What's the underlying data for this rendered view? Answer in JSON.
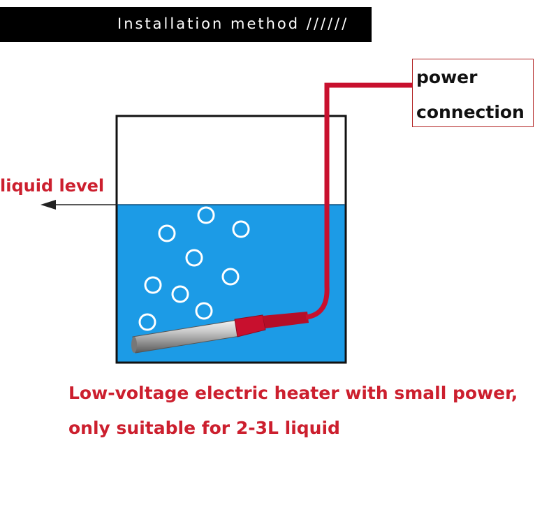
{
  "banner": {
    "title": "Installation method //////"
  },
  "labels": {
    "power_connection": "power\nconnection",
    "liquid_level": "liquid level"
  },
  "caption": {
    "line1": "Low-voltage electric heater with small power,",
    "line2": "only suitable for 2-3L liquid"
  },
  "colors": {
    "water": "#1c9be6",
    "cable": "#c8102e",
    "label_red": "#cc1f2e",
    "banner_bg": "#000000"
  },
  "icons": [
    "bubble-icon",
    "arrow-left-icon"
  ]
}
